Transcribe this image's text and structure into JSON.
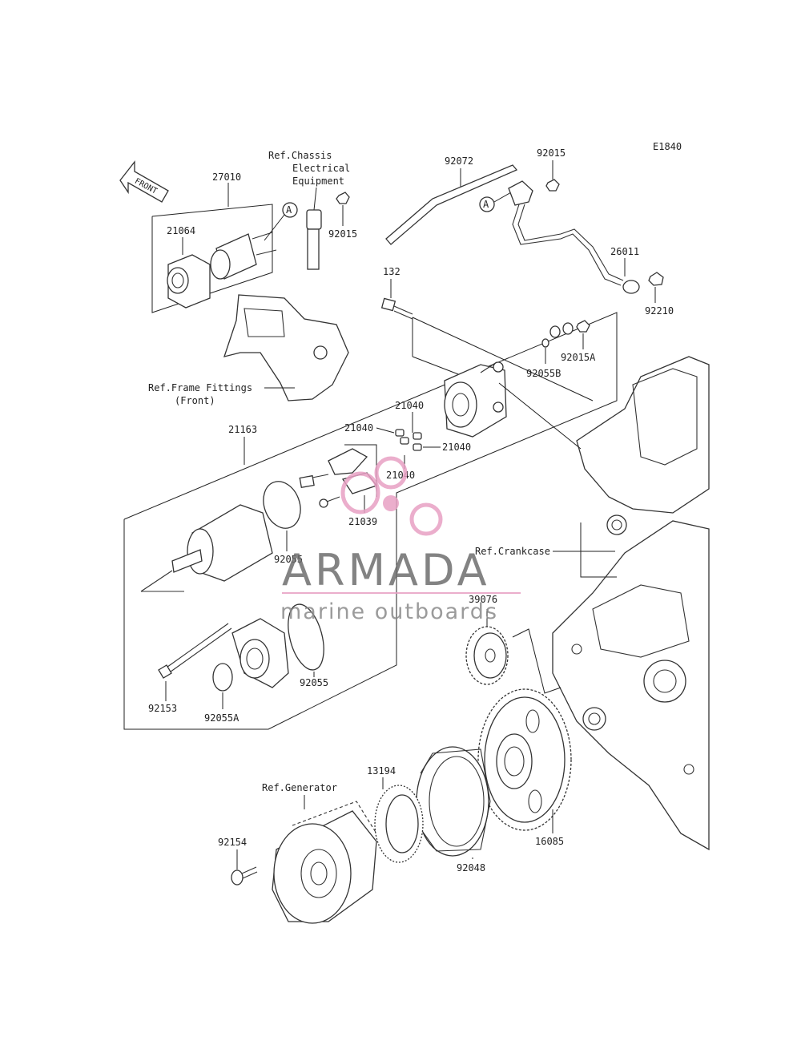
{
  "diagram_code": "E1840",
  "front_label": "FRONT",
  "ref_chassis": [
    "Ref.Chassis",
    "Electrical",
    "Equipment"
  ],
  "ref_frame": [
    "Ref.Frame Fittings",
    "(Front)"
  ],
  "ref_crankcase": "Ref.Crankcase",
  "ref_generator": "Ref.Generator",
  "callout_a": "A",
  "parts": {
    "p27010": "27010",
    "p21064": "21064",
    "p92015_left": "92015",
    "p92072": "92072",
    "p92015_top": "92015",
    "p26011": "26011",
    "p92210": "92210",
    "p132": "132",
    "p92015A": "92015A",
    "p92055B": "92055B",
    "p21040_top": "21040",
    "p21040_left": "21040",
    "p21040_right": "21040",
    "p21040_mid": "21040",
    "p21163": "21163",
    "p21039": "21039",
    "p92055_upper": "92055",
    "p39076": "39076",
    "p92153": "92153",
    "p92055A": "92055A",
    "p92055_lower": "92055",
    "p13194": "13194",
    "p16085": "16085",
    "p92154": "92154",
    "p92048": "92048"
  },
  "watermark": {
    "brand": "ARMADA",
    "tagline": "marine outboards",
    "accent": "#e8a0c4"
  }
}
